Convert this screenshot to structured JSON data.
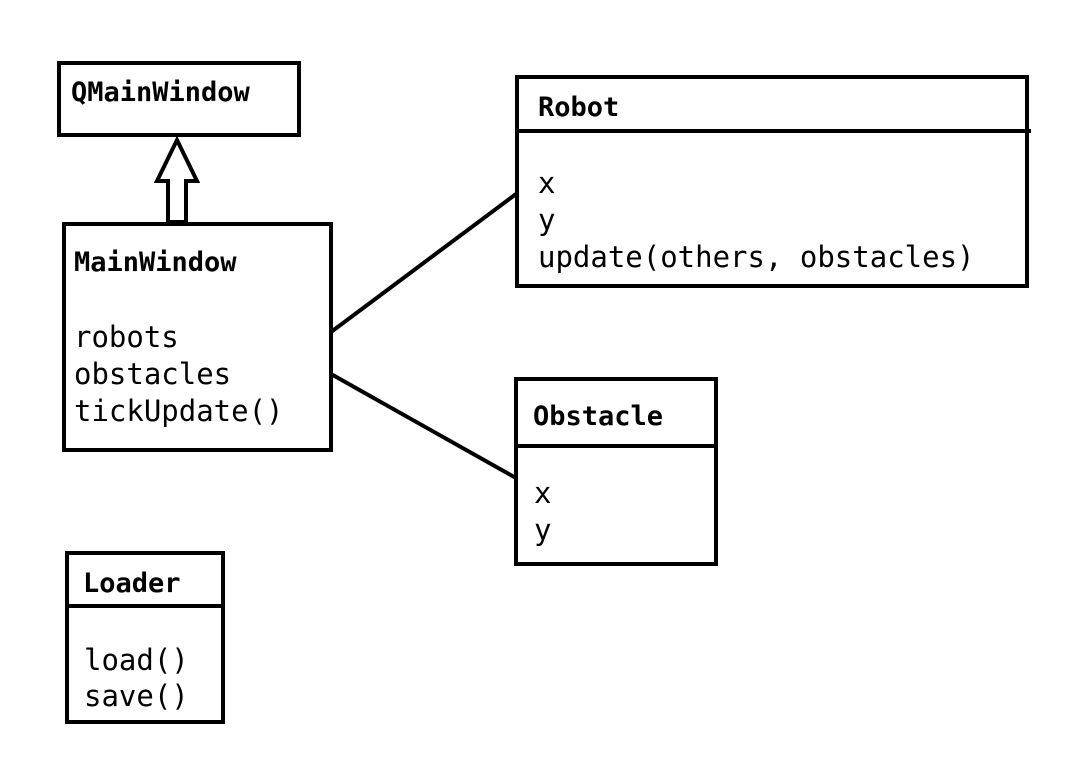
{
  "diagram": {
    "classes": {
      "qmainwindow": {
        "name": "QMainWindow",
        "members": []
      },
      "mainwindow": {
        "name": "MainWindow",
        "members": [
          "robots",
          "obstacles",
          "tickUpdate()"
        ]
      },
      "robot": {
        "name": "Robot",
        "members": [
          "x",
          "y",
          "update(others, obstacles)"
        ]
      },
      "obstacle": {
        "name": "Obstacle",
        "members": [
          "x",
          "y"
        ]
      },
      "loader": {
        "name": "Loader",
        "members": [
          "load()",
          "save()"
        ]
      }
    },
    "relations": [
      {
        "type": "inheritance",
        "from": "MainWindow",
        "to": "QMainWindow"
      },
      {
        "type": "association",
        "from": "MainWindow",
        "to": "Robot"
      },
      {
        "type": "association",
        "from": "MainWindow",
        "to": "Obstacle"
      }
    ],
    "colors": {
      "line": "#000000",
      "background": "#ffffff"
    }
  }
}
